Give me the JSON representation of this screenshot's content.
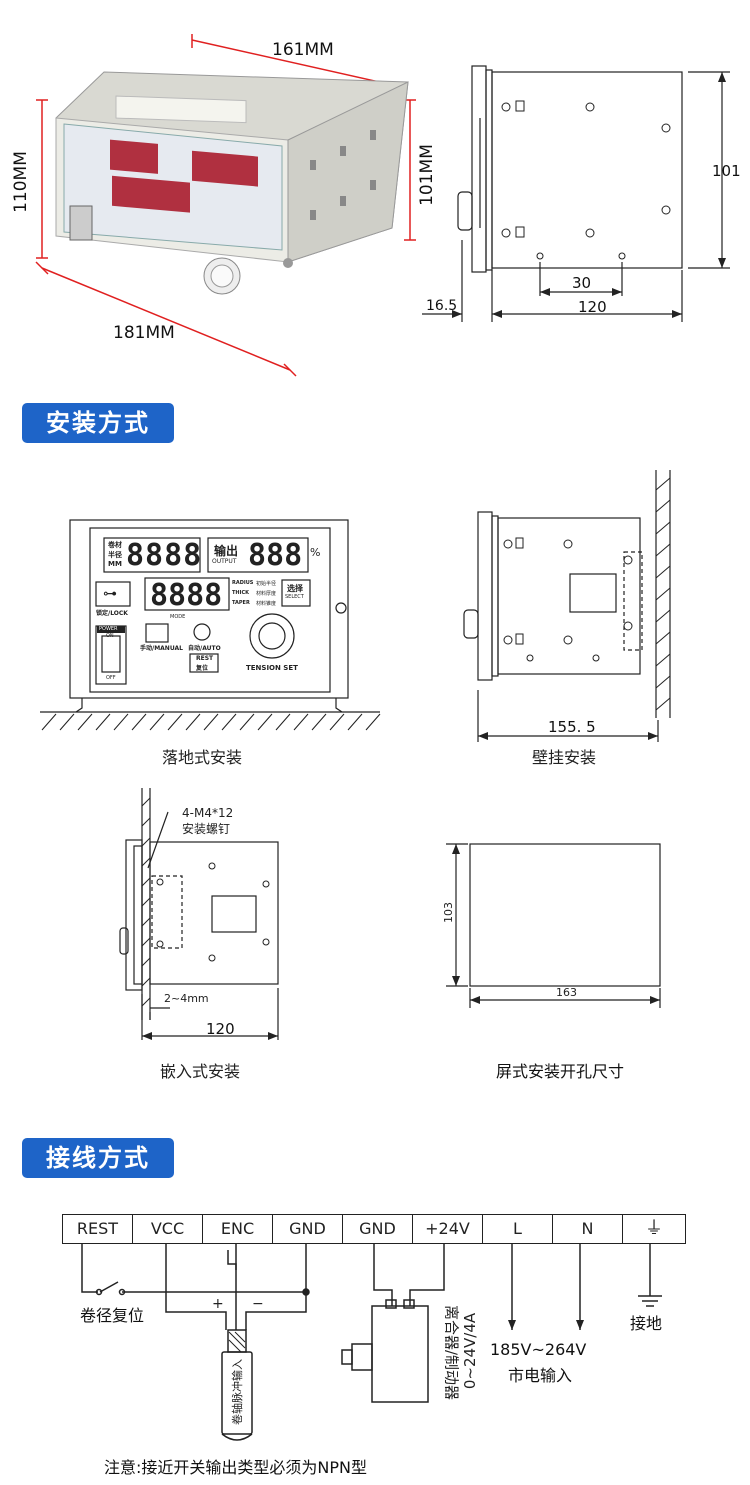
{
  "top": {
    "dim_width": "161MM",
    "dim_height_left": "110MM",
    "dim_height_right": "101MM",
    "dim_depth": "181MM",
    "side_dim_101": "101",
    "side_dim_30": "30",
    "side_dim_120": "120",
    "side_dim_165": "16.5"
  },
  "sections": {
    "install_title": "安装方式",
    "wiring_title": "接线方式"
  },
  "panel": {
    "label_roll": "卷材",
    "label_radius": "半径",
    "label_mm": "MM",
    "digits_main": "8888",
    "output_cn": "输出",
    "output_en": "OUTPUT",
    "digits_output": "888",
    "percent": "%",
    "lock_label": "锁定/LOCK",
    "digits_second": "8888",
    "radius_en": "RADIUS",
    "radius_cn": "初始半径",
    "thick_en": "THICK",
    "thick_cn": "材料厚度",
    "taper_en": "TAPER",
    "taper_cn": "材料锥度",
    "select_cn": "选择",
    "select_en": "SELECT",
    "mode": "MODE",
    "power": "POWER",
    "on": "ON",
    "off": "OFF",
    "manual": "手动/MANUAL",
    "auto": "自动/AUTO",
    "reset_en": "REST",
    "reset_cn": "复位",
    "tension": "TENSION SET"
  },
  "install": {
    "floor_caption": "落地式安装",
    "wall_caption": "壁挂安装",
    "wall_dim": "155. 5",
    "embed_caption": "嵌入式安装",
    "screw_spec": "4-M4*12",
    "screw_cn": "安装螺钉",
    "gap": "2~4mm",
    "embed_dim": "120",
    "cutout_caption": "屏式安装开孔尺寸",
    "cutout_w": "163",
    "cutout_h": "103"
  },
  "wiring": {
    "terminals": [
      "REST",
      "VCC",
      "ENC",
      "GND",
      "GND",
      "+24V",
      "L",
      "N",
      "⏚"
    ],
    "reset_label": "卷径复位",
    "plus": "+",
    "minus": "−",
    "sensor_label": "卷轴脉冲输入",
    "clutch_label": "离合器/制动器",
    "clutch_range": "0~24V/4A",
    "mains_range": "185V~264V",
    "mains_label": "市电输入",
    "ground_label": "接地",
    "note": "注意:接近开关输出类型必须为NPN型"
  }
}
